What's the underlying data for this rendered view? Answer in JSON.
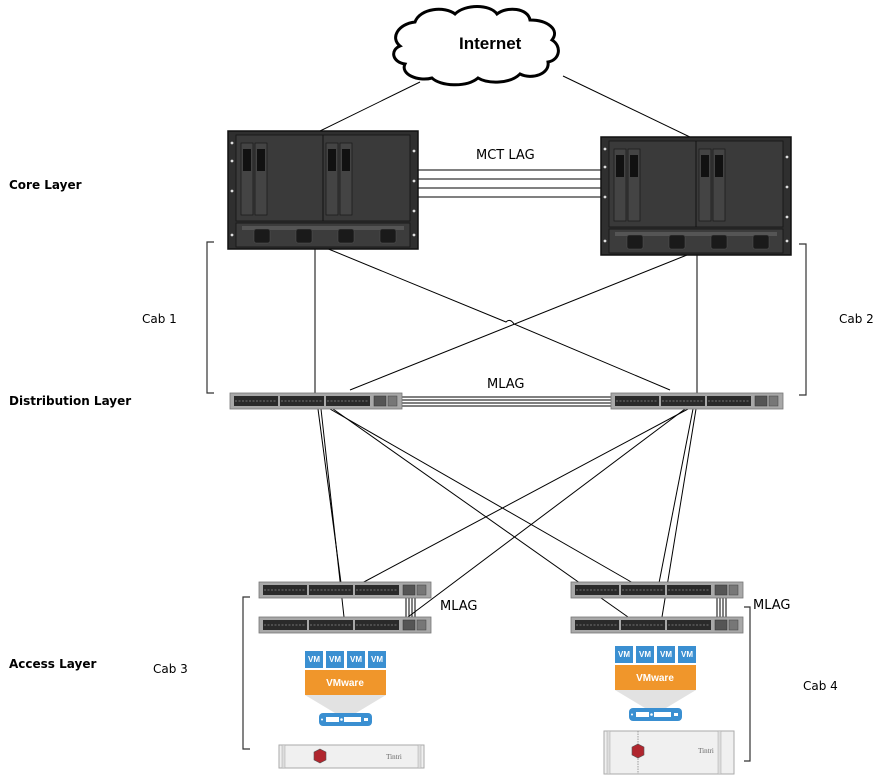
{
  "diagram": {
    "cloud": {
      "label": "Internet"
    },
    "layers": {
      "core": "Core Layer",
      "distribution": "Distribution Layer",
      "access": "Access Layer"
    },
    "cabinets": {
      "cab1": "Cab 1",
      "cab2": "Cab 2",
      "cab3": "Cab 3",
      "cab4": "Cab 4"
    },
    "links": {
      "core_interlink": "MCT LAG",
      "distribution_interlink": "MLAG",
      "access_left_interlink": "MLAG",
      "access_right_interlink": "MLAG"
    },
    "host_stacks": [
      {
        "vms": [
          "VM",
          "VM",
          "VM",
          "VM"
        ],
        "hypervisor": "VMware",
        "storage_brand": "Tintri"
      },
      {
        "vms": [
          "VM",
          "VM",
          "VM",
          "VM"
        ],
        "hypervisor": "VMware",
        "storage_brand": "Tintri"
      }
    ],
    "colors": {
      "vm_blue": "#3a8fd1",
      "vmware_orange": "#f0962b",
      "chassis_dark": "#2b2b2b",
      "switch_gray": "#9a9a9a",
      "nic_blue": "#3a8fd1"
    }
  }
}
